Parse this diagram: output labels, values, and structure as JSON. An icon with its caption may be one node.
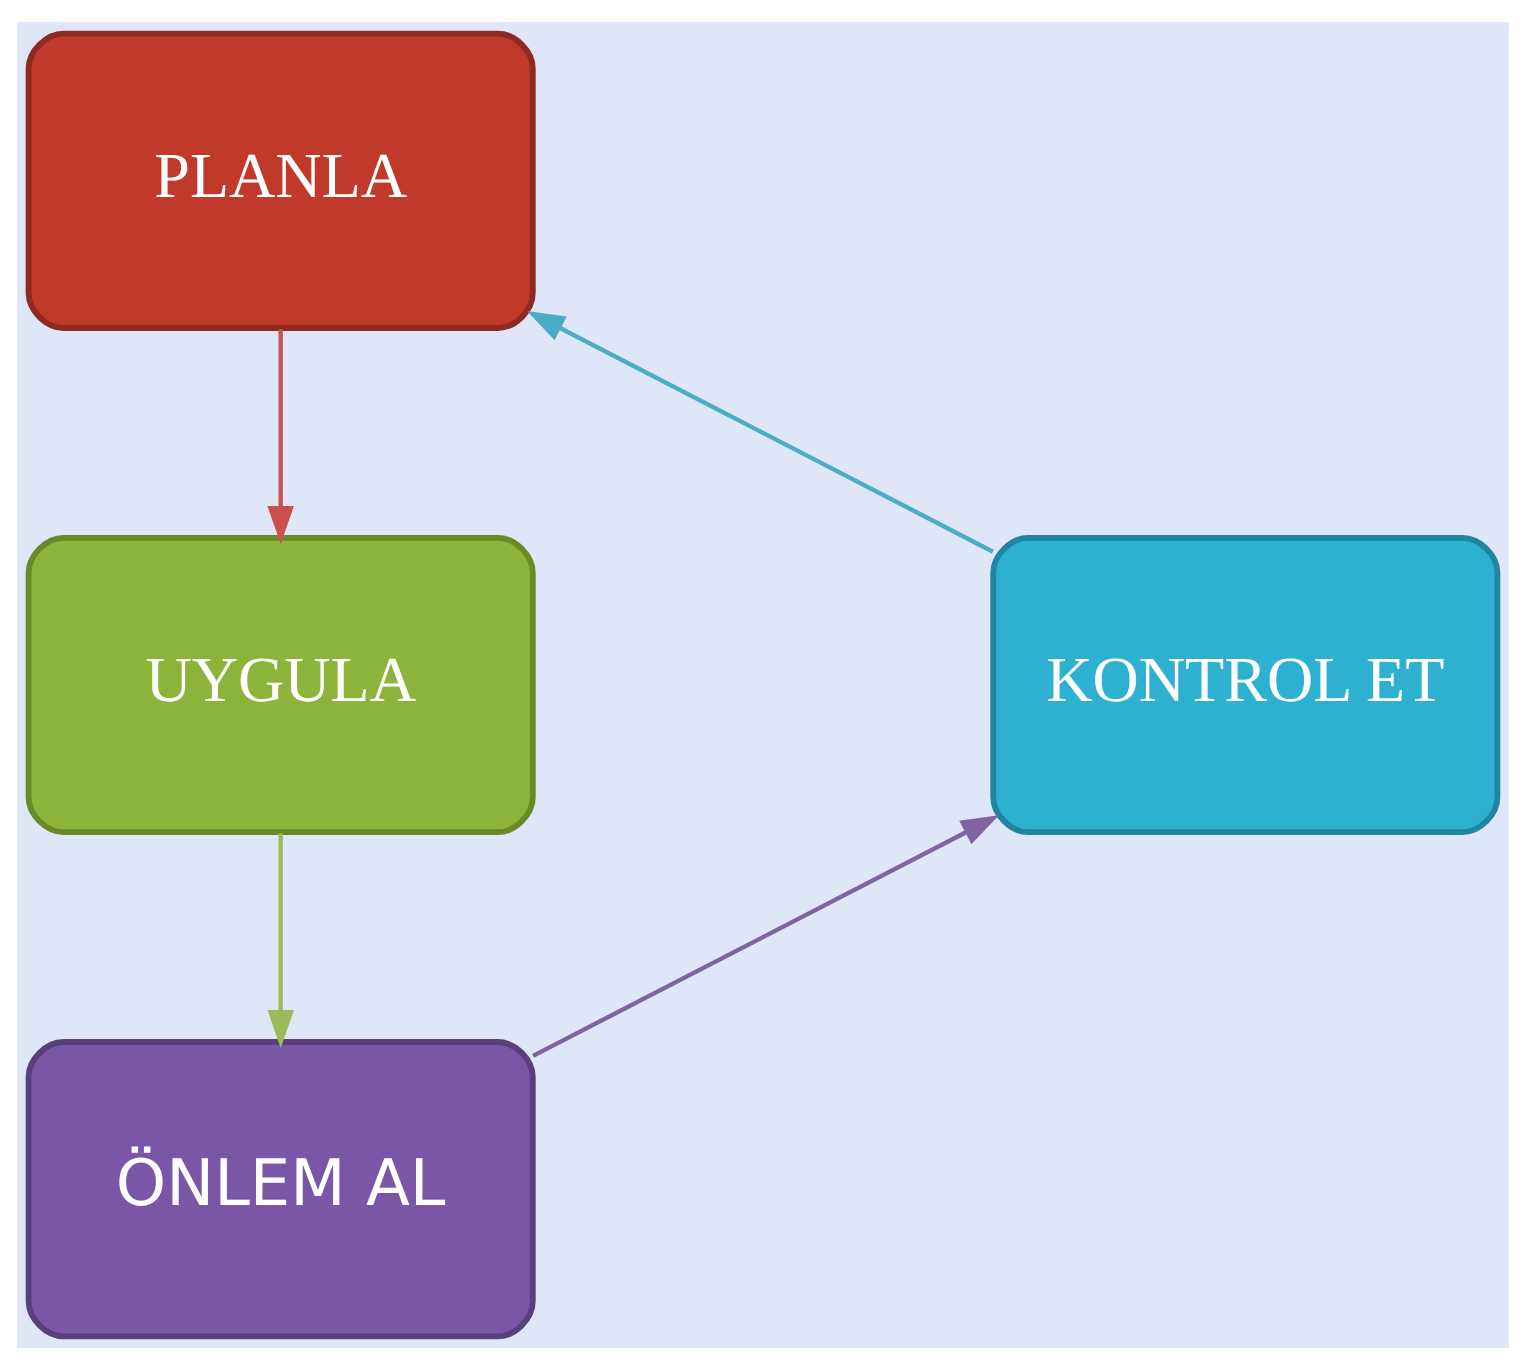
{
  "diagram": {
    "nodes": [
      {
        "text": [
          "PLANLA"
        ]
      },
      {
        "text": [
          "UYGULA"
        ]
      },
      {
        "text": [
          "ÖNLEM AL"
        ]
      },
      {
        "text": [
          "KONTROL ET"
        ]
      }
    ],
    "edges": [
      {
        "from": 0,
        "to": 1,
        "arrow": "to",
        "color": "#c9504c"
      },
      {
        "from": 1,
        "to": 2,
        "arrow": "to",
        "color": "#9bbb59"
      },
      {
        "from": 2,
        "to": 3,
        "arrow": "to",
        "color": "#8064a2"
      },
      {
        "from": 3,
        "to": 0,
        "arrow": "to",
        "color": "#4bacc6"
      }
    ]
  }
}
